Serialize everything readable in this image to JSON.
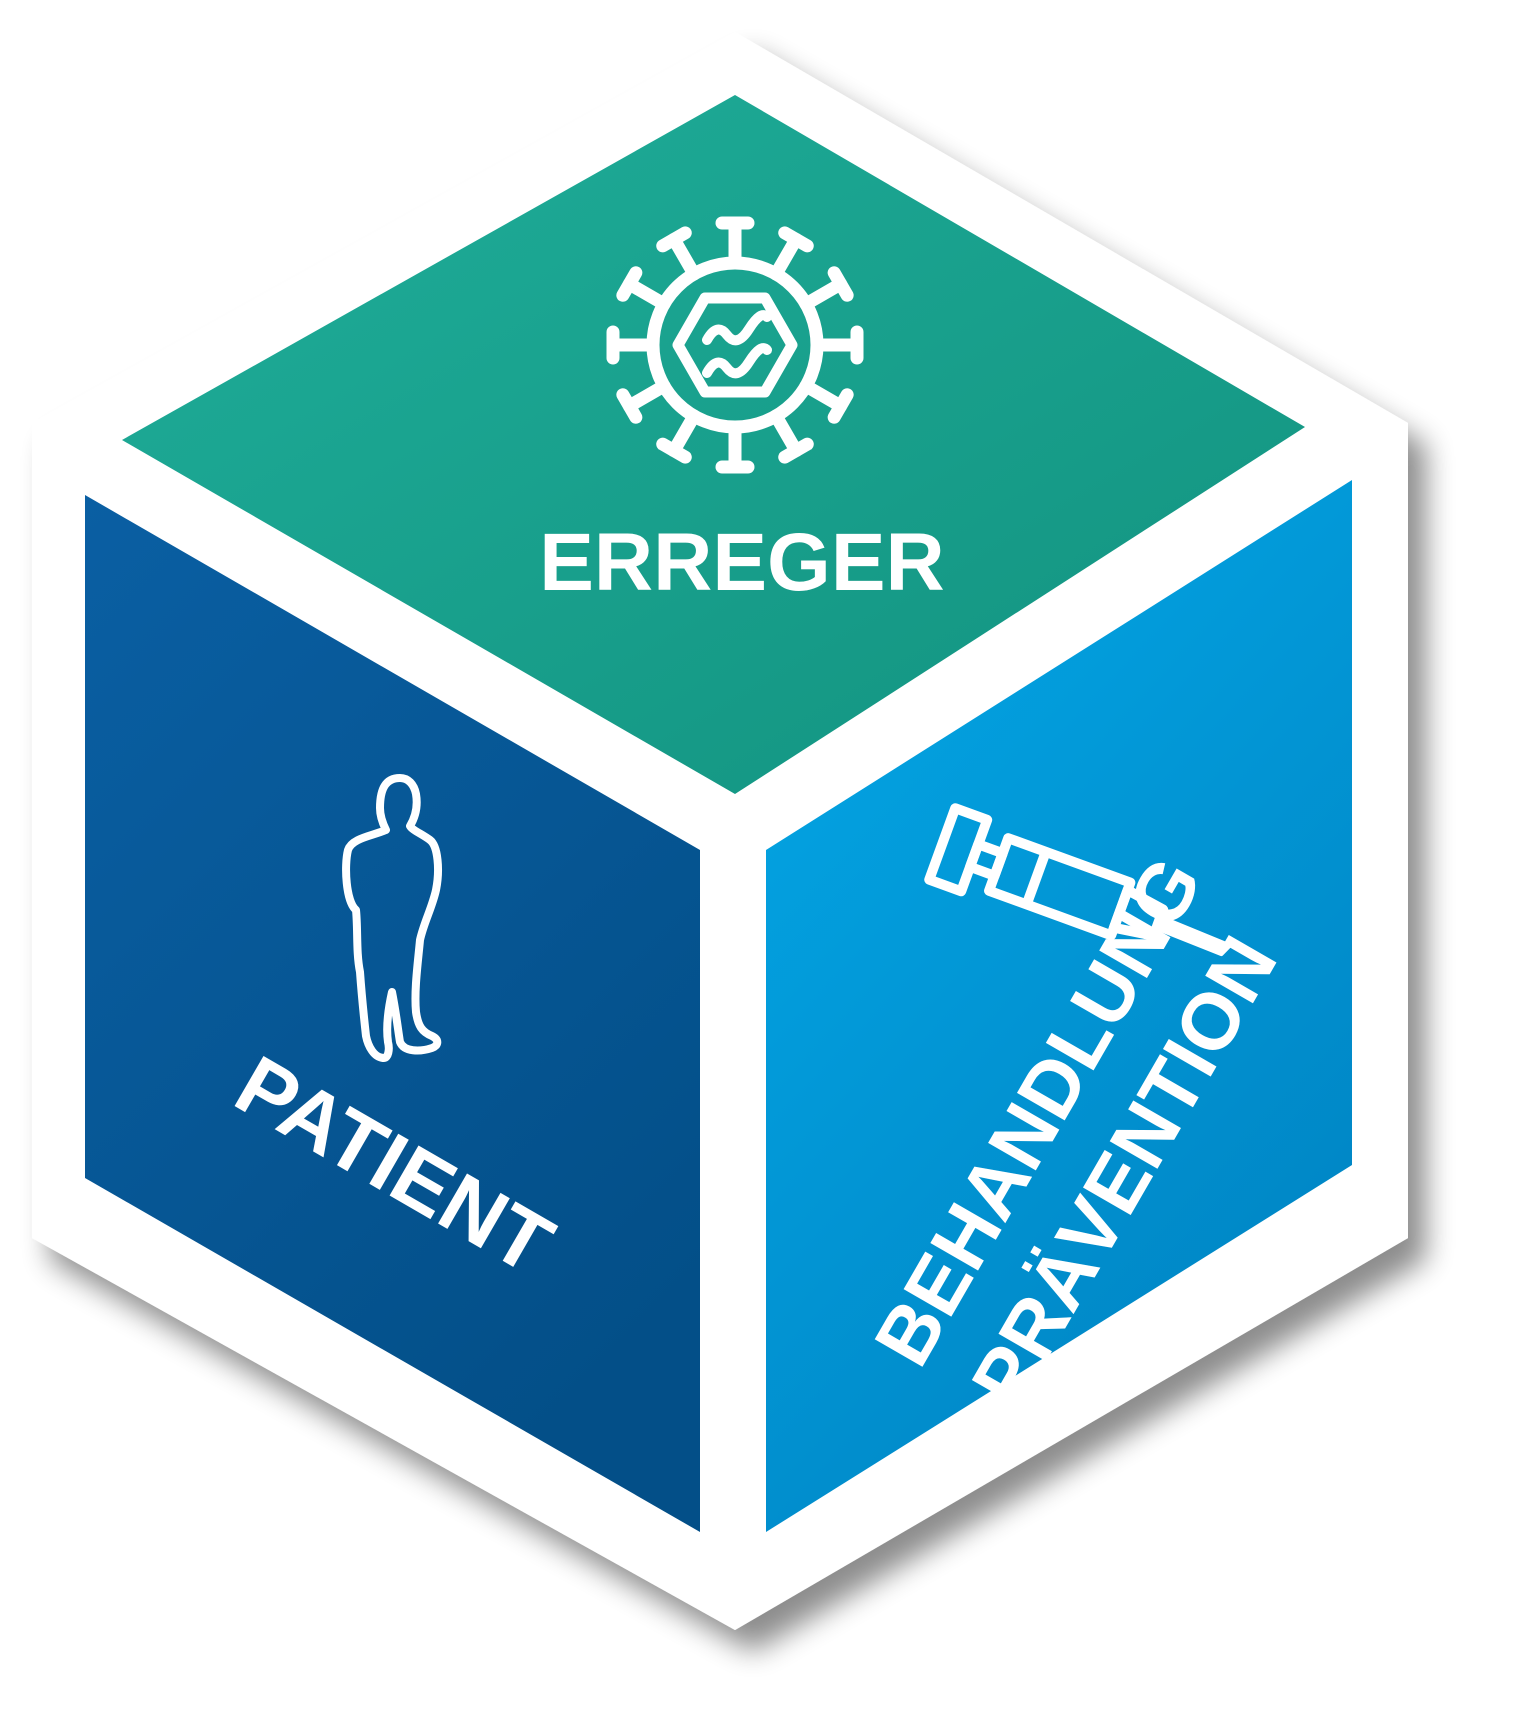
{
  "faces": {
    "top": {
      "label": "ERREGER",
      "icon": "virus-icon",
      "color_light": "#1fae9a",
      "color_dark": "#12927f"
    },
    "left": {
      "label": "PATIENT",
      "icon": "person-silhouette-icon",
      "color_light": "#0a5fa3",
      "color_dark": "#034f88"
    },
    "right": {
      "label_line1": "BEHANDLUNG",
      "label_line2": "PRÄVENTION",
      "icon": "syringe-icon",
      "color_light": "#04a9e8",
      "color_dark": "#0085c4"
    }
  },
  "border_color": "#ffffff"
}
